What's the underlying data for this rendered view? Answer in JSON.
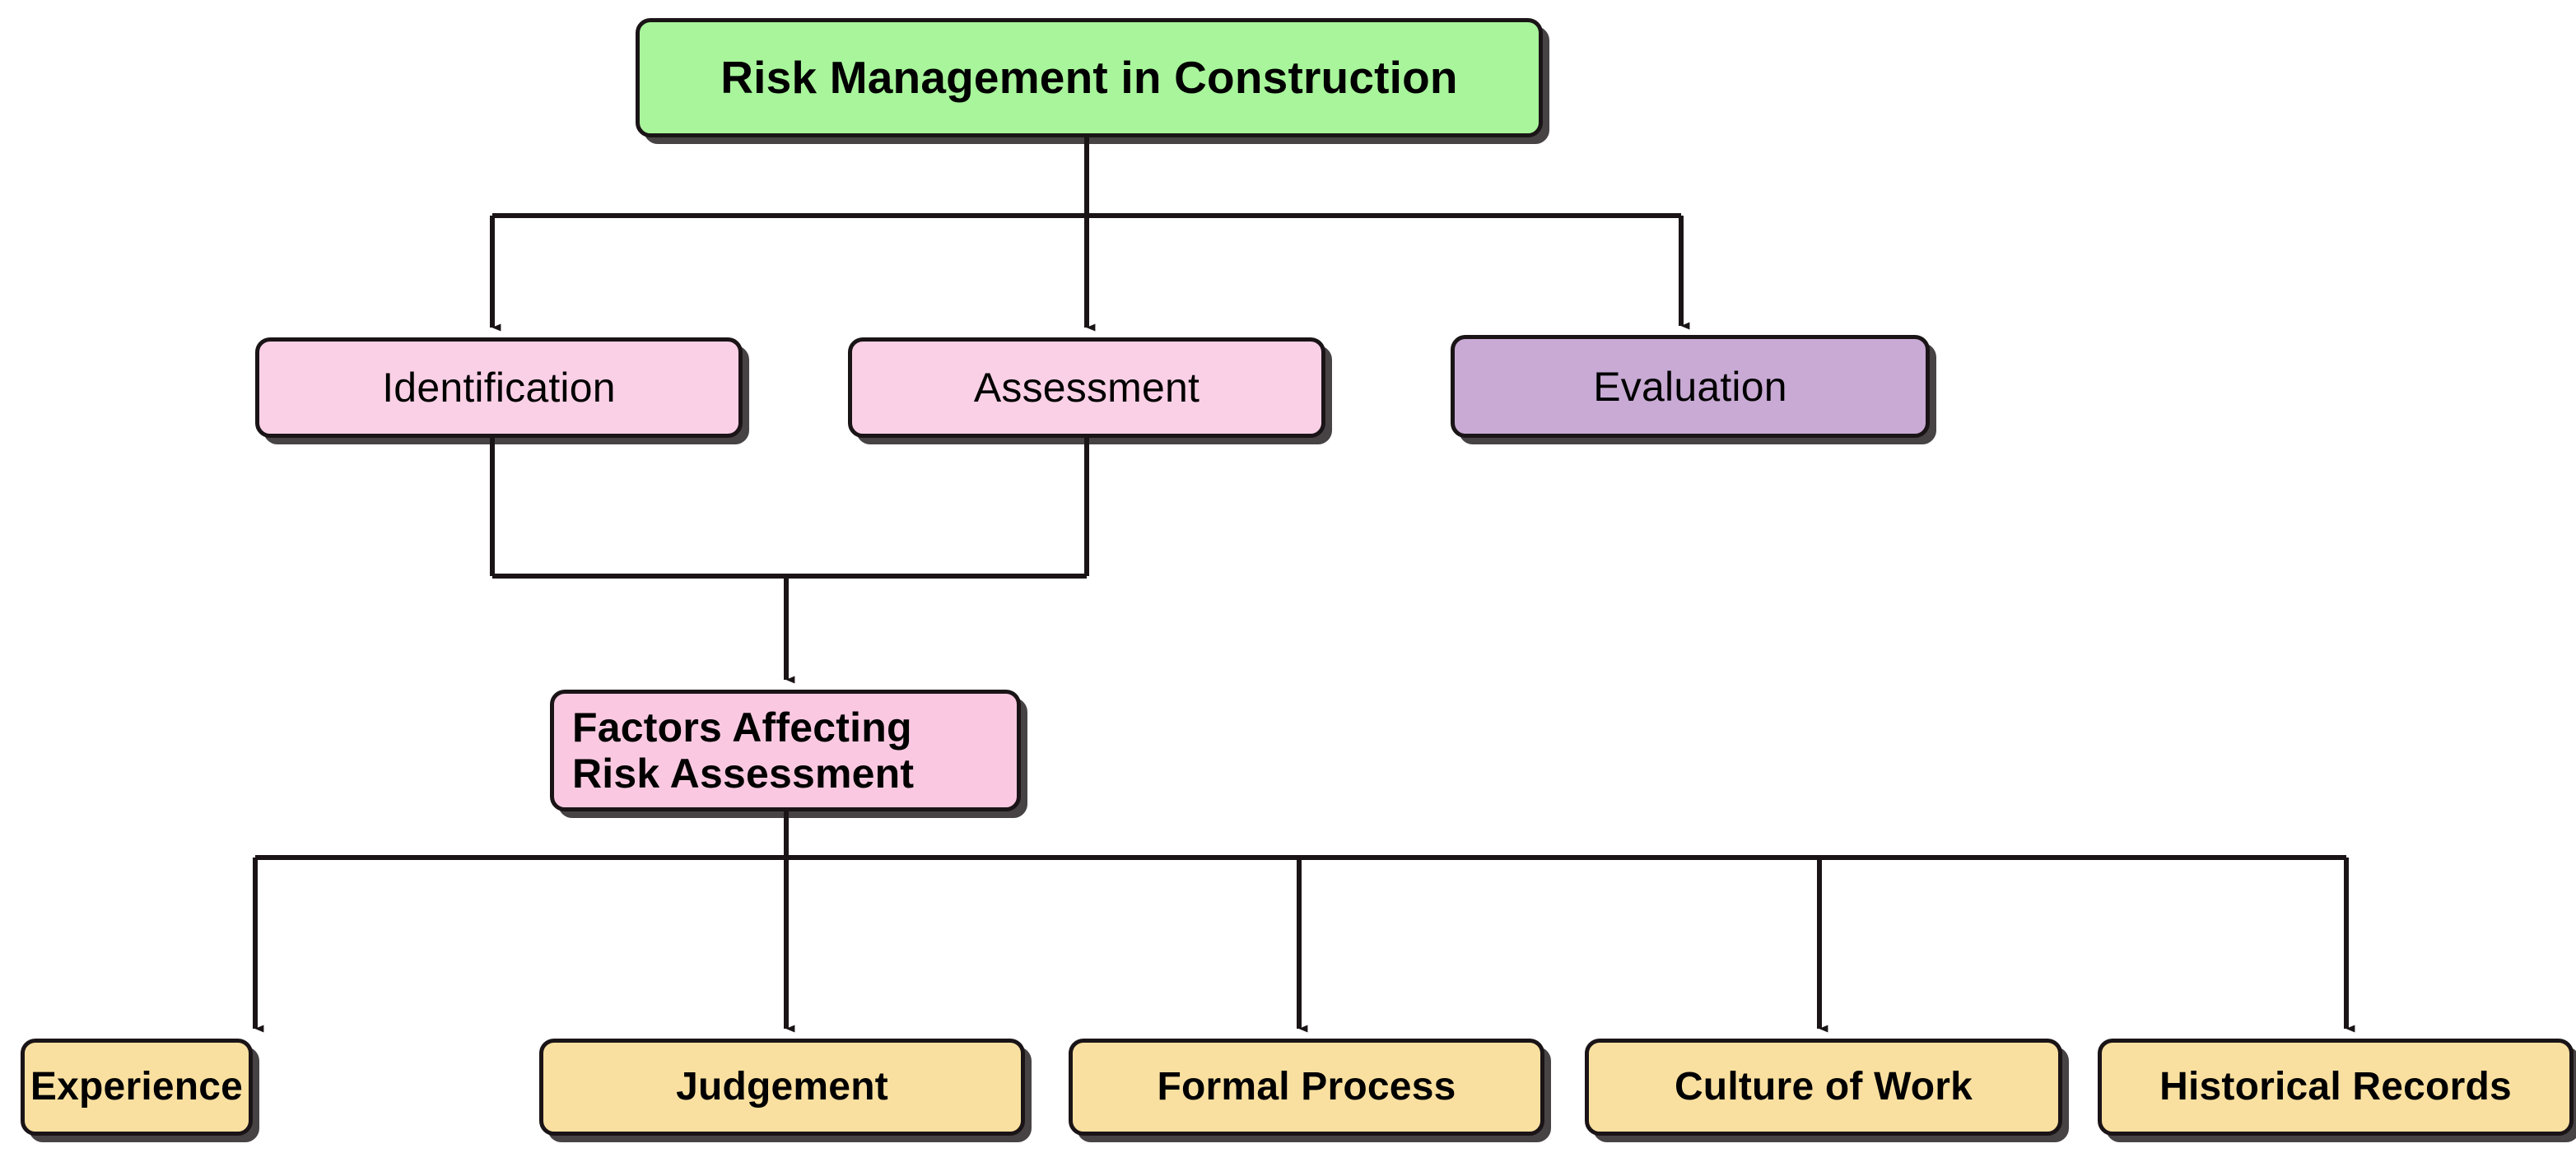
{
  "diagram": {
    "title": "Risk Management in Construction",
    "type": "flowchart",
    "orientation": "top-down",
    "background": "#ffffff",
    "edge_color": "#1a1417",
    "palette": {
      "root_green": "#a8f59b",
      "pink": "#fad0e6",
      "pink_light": "#fac9e1",
      "purple": "#c8aad4",
      "amber": "#fae0a0",
      "border": "#1a1417",
      "text": "#000000"
    },
    "nodes": [
      {
        "id": "root",
        "label": "Risk Management in Construction",
        "color": "#a8f59b",
        "level": 0
      },
      {
        "id": "identification",
        "label": "Identification",
        "color": "#fad0e6",
        "level": 1
      },
      {
        "id": "assessment",
        "label": "Assessment",
        "color": "#fad0e6",
        "level": 1
      },
      {
        "id": "evaluation",
        "label": "Evaluation",
        "color": "#c8aad4",
        "level": 1
      },
      {
        "id": "factors",
        "label": "Factors Affecting\nRisk Assessment",
        "color": "#fac9e1",
        "level": 2
      },
      {
        "id": "experience",
        "label": "Experience",
        "color": "#fae0a0",
        "level": 3
      },
      {
        "id": "judgement",
        "label": "Judgement",
        "color": "#fae0a0",
        "level": 3
      },
      {
        "id": "formal_process",
        "label": "Formal Process",
        "color": "#fae0a0",
        "level": 3
      },
      {
        "id": "culture_of_work",
        "label": "Culture of Work",
        "color": "#fae0a0",
        "level": 3
      },
      {
        "id": "historical",
        "label": "Historical Records",
        "color": "#fae0a0",
        "level": 3
      }
    ],
    "edges": [
      {
        "from": "root",
        "to": "identification",
        "style": "orthogonal-arrow"
      },
      {
        "from": "root",
        "to": "assessment",
        "style": "orthogonal-arrow"
      },
      {
        "from": "root",
        "to": "evaluation",
        "style": "orthogonal-arrow"
      },
      {
        "from": "identification",
        "to": "factors",
        "style": "orthogonal-arrow"
      },
      {
        "from": "assessment",
        "to": "factors",
        "style": "orthogonal-arrow"
      },
      {
        "from": "factors",
        "to": "experience",
        "style": "orthogonal-arrow"
      },
      {
        "from": "factors",
        "to": "judgement",
        "style": "orthogonal-arrow"
      },
      {
        "from": "factors",
        "to": "formal_process",
        "style": "orthogonal-arrow"
      },
      {
        "from": "factors",
        "to": "culture_of_work",
        "style": "orthogonal-arrow"
      },
      {
        "from": "factors",
        "to": "historical",
        "style": "orthogonal-arrow"
      }
    ]
  }
}
